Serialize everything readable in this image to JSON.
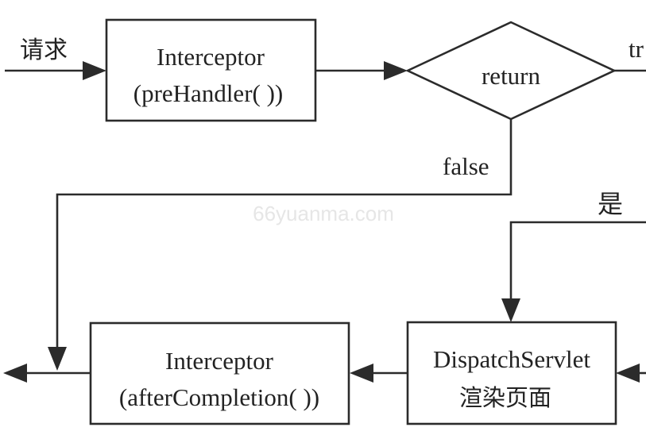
{
  "request_label": "请求",
  "pre_box": {
    "line1": "Interceptor",
    "line2": "(preHandler( ))"
  },
  "decision": {
    "label": "return"
  },
  "true_label": "tr",
  "false_label": "false",
  "watermark": "66yuanma.com",
  "yes_label": "是",
  "dispatch_box": {
    "line1": "DispatchServlet",
    "line2": "渲染页面"
  },
  "after_box": {
    "line1": "Interceptor",
    "line2": "(afterCompletion( ))"
  }
}
